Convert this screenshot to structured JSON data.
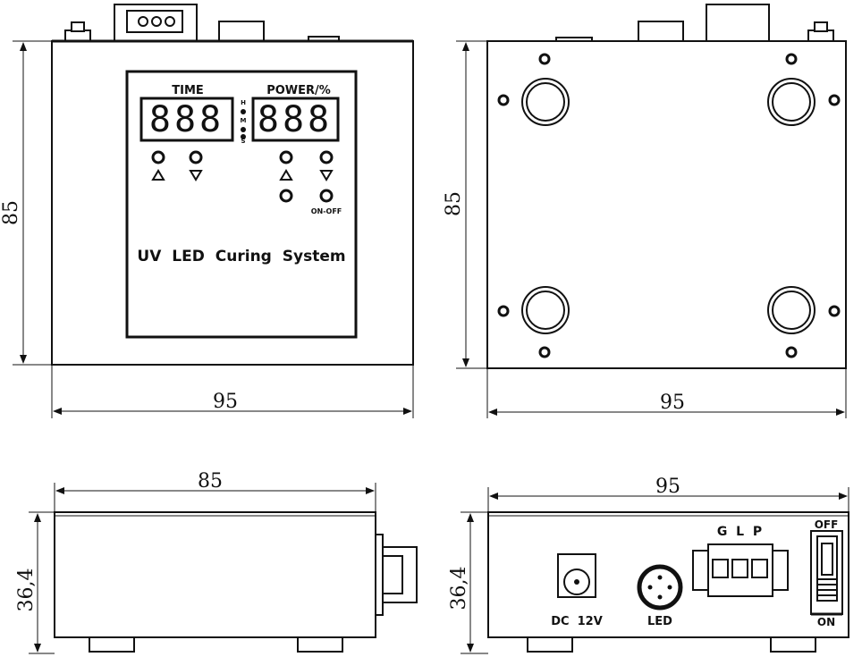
{
  "front_view": {
    "dim_width": "95",
    "dim_height": "85",
    "time_label": "TIME",
    "power_label": "POWER/%",
    "time_display": "888",
    "power_display": "888",
    "unit_h": "H",
    "unit_m": "M",
    "unit_s": "S",
    "on_off_label": "ON-OFF",
    "product_name": "UV LED Curing System"
  },
  "back_view": {
    "dim_width": "95",
    "dim_height": "85"
  },
  "side_view": {
    "dim_length": "85",
    "dim_height": "36,4"
  },
  "rear_panel": {
    "dim_width": "95",
    "dim_height": "36,4",
    "dc_label": "DC  12V",
    "led_label": "LED",
    "connector_pins": "G  L  P",
    "switch_off": "OFF",
    "switch_on": "ON"
  }
}
